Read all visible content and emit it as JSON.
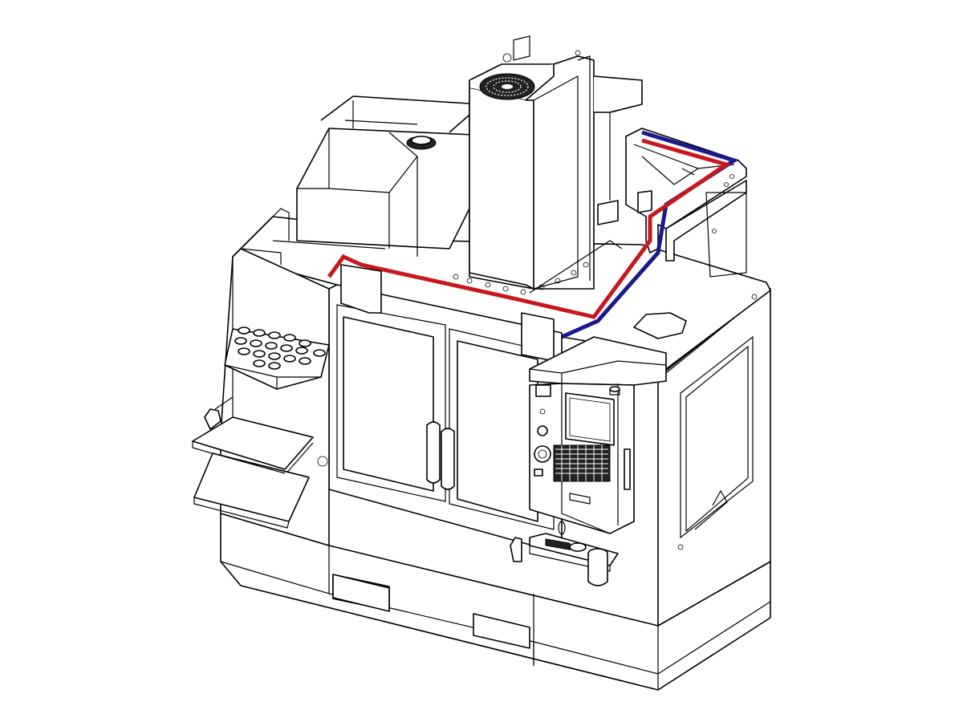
{
  "figure": {
    "subject": "vertical-machining-center",
    "colors": {
      "line": "#000000",
      "background": "#ffffff",
      "route_red": "#c8181e",
      "route_blue": "#1a1a8c"
    },
    "routes": [
      "red",
      "blue"
    ]
  }
}
